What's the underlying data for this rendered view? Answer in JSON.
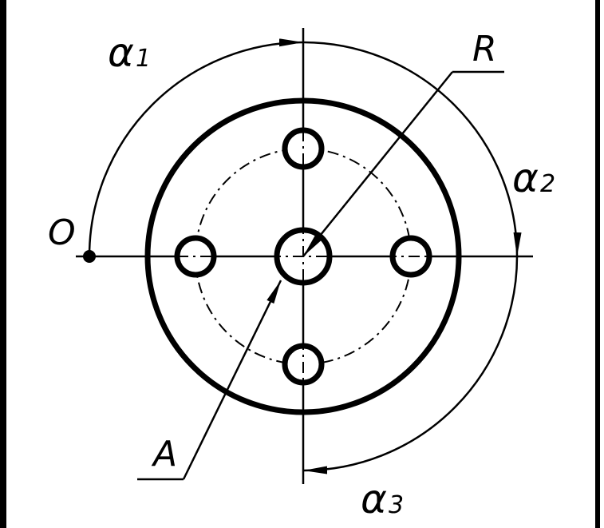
{
  "labels": {
    "alpha1": {
      "symbol": "α",
      "index": "1"
    },
    "alpha2": {
      "symbol": "α",
      "index": "2"
    },
    "alpha3": {
      "symbol": "α",
      "index": "3"
    },
    "radius": "R",
    "origin": "O",
    "point_a": "A"
  },
  "colors": {
    "ink": "#000000",
    "paper": "#ffffff"
  }
}
